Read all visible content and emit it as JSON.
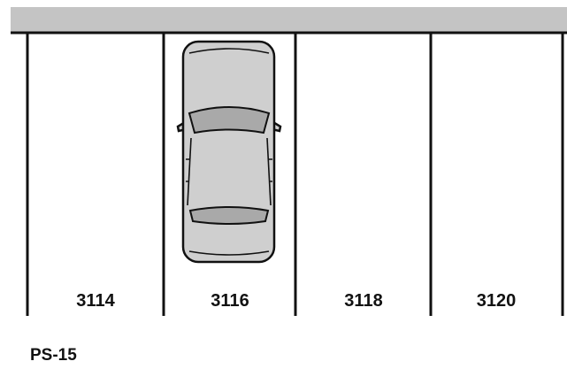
{
  "lot": {
    "label": "PS-15"
  },
  "spaces": [
    {
      "number": "3114",
      "occupied": false
    },
    {
      "number": "3116",
      "occupied": true
    },
    {
      "number": "3118",
      "occupied": false
    },
    {
      "number": "3120",
      "occupied": false
    }
  ],
  "colors": {
    "curb": "#c4c4c4",
    "car_body": "#cfcfcf",
    "car_glass": "#a9a9a9",
    "line": "#111111"
  }
}
